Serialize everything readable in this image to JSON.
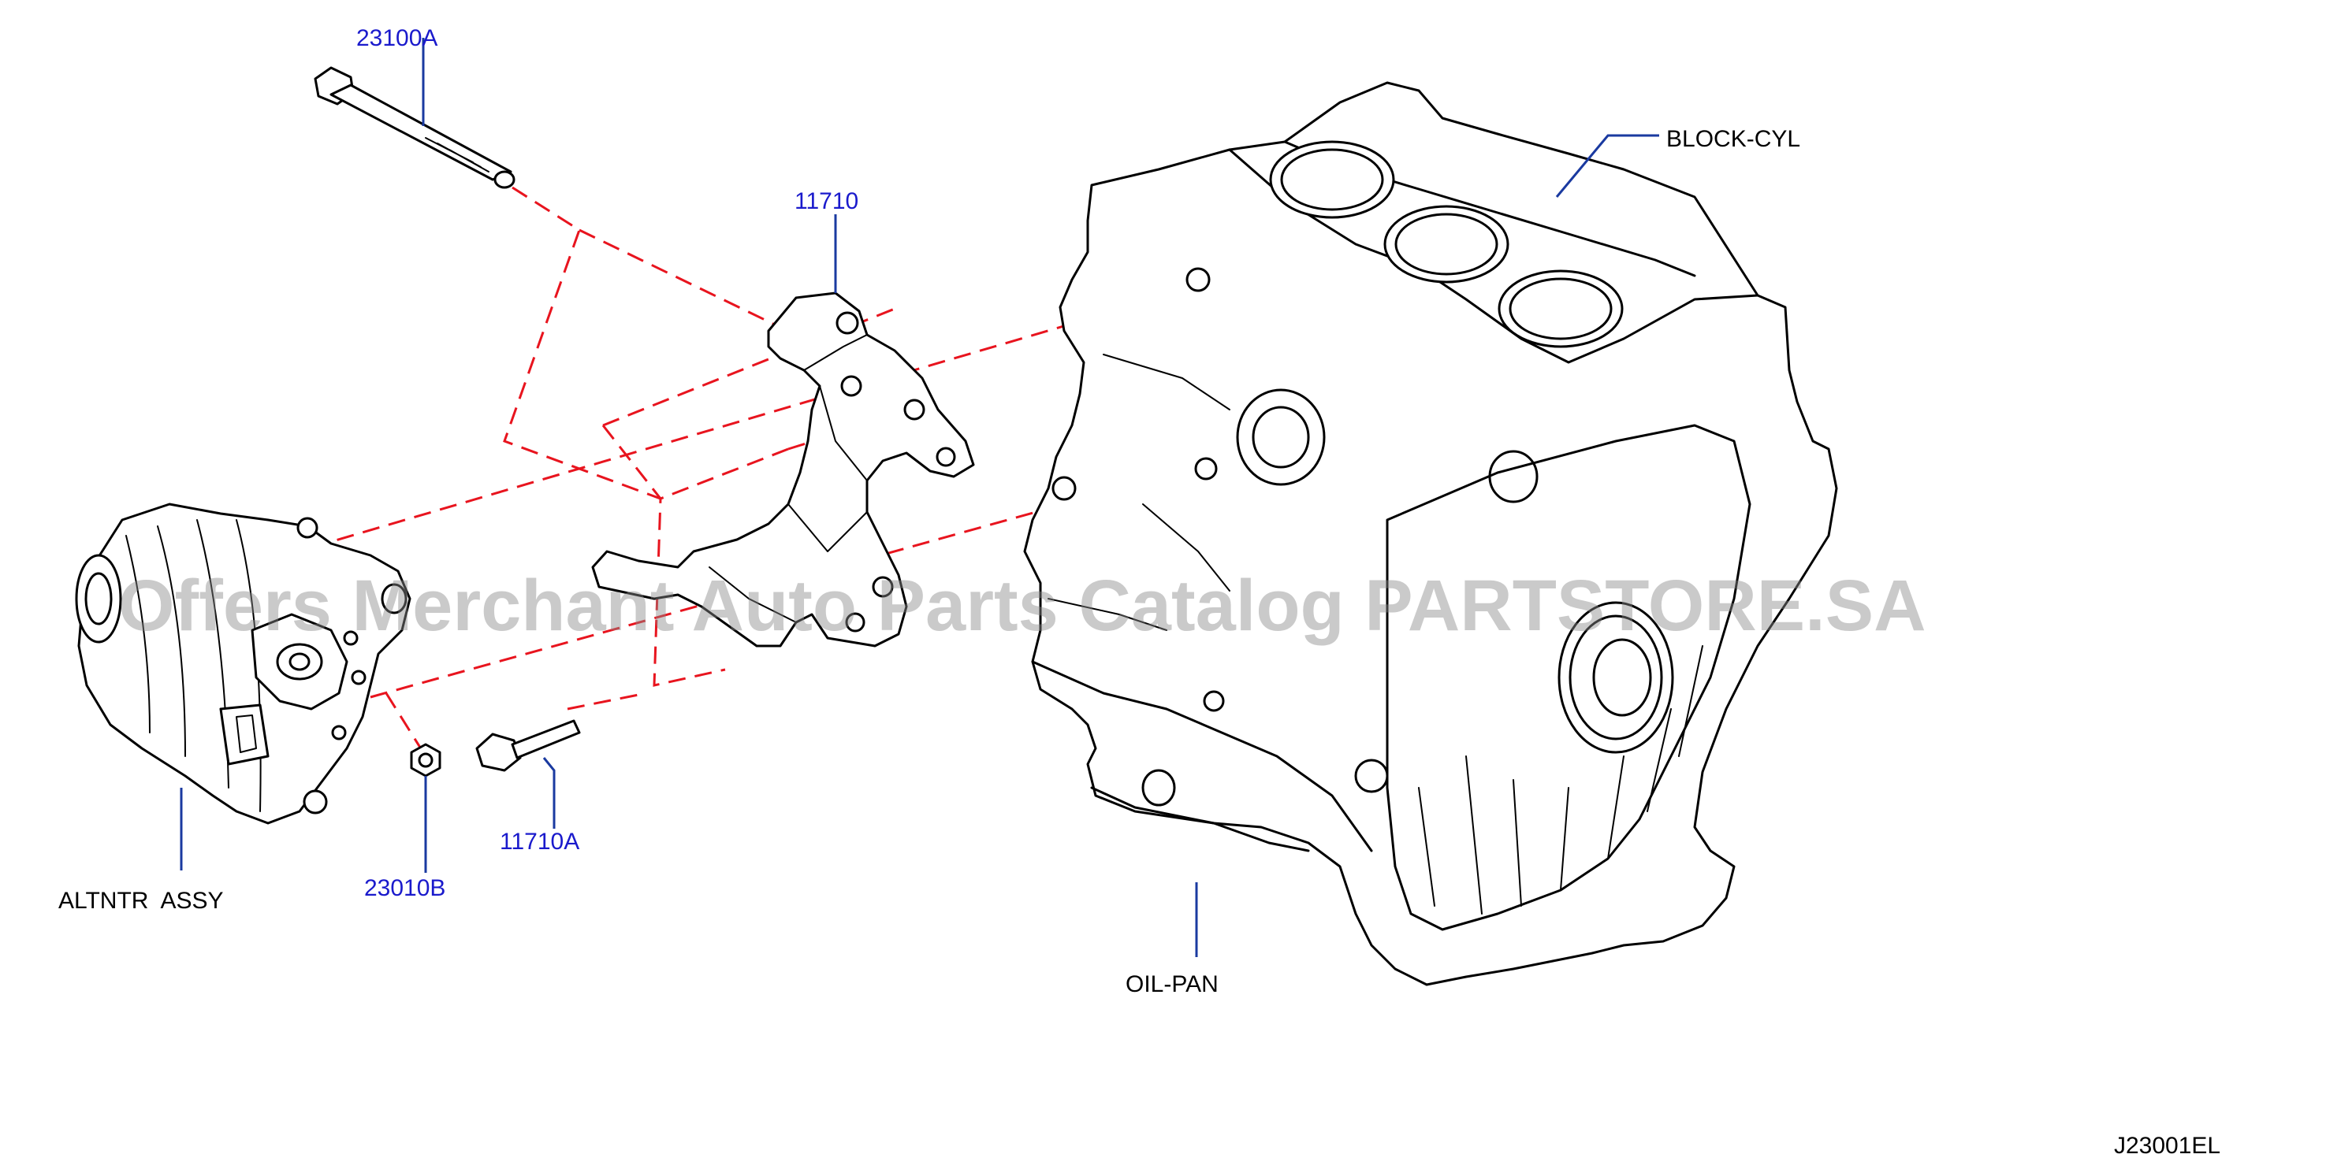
{
  "labels": {
    "bolt_23100a": "23100A",
    "bracket_11710": "11710",
    "block_cyl": "BLOCK-CYL",
    "altntr_assy": "ALTNTR  ASSY",
    "nut_23010b": "23010B",
    "bolt_11710a": "11710A",
    "oil_pan": "OIL-PAN"
  },
  "diagram_code": "J23001EL",
  "watermark": "Offers Merchant Auto Parts Catalog PARTSTORE.SA",
  "colors": {
    "part_number_text": "#1a1acc",
    "leader_line": "#1a3aa0",
    "assembly_dash": "#e8141e",
    "linework": "#000000",
    "watermark": "#8a8a8a"
  }
}
